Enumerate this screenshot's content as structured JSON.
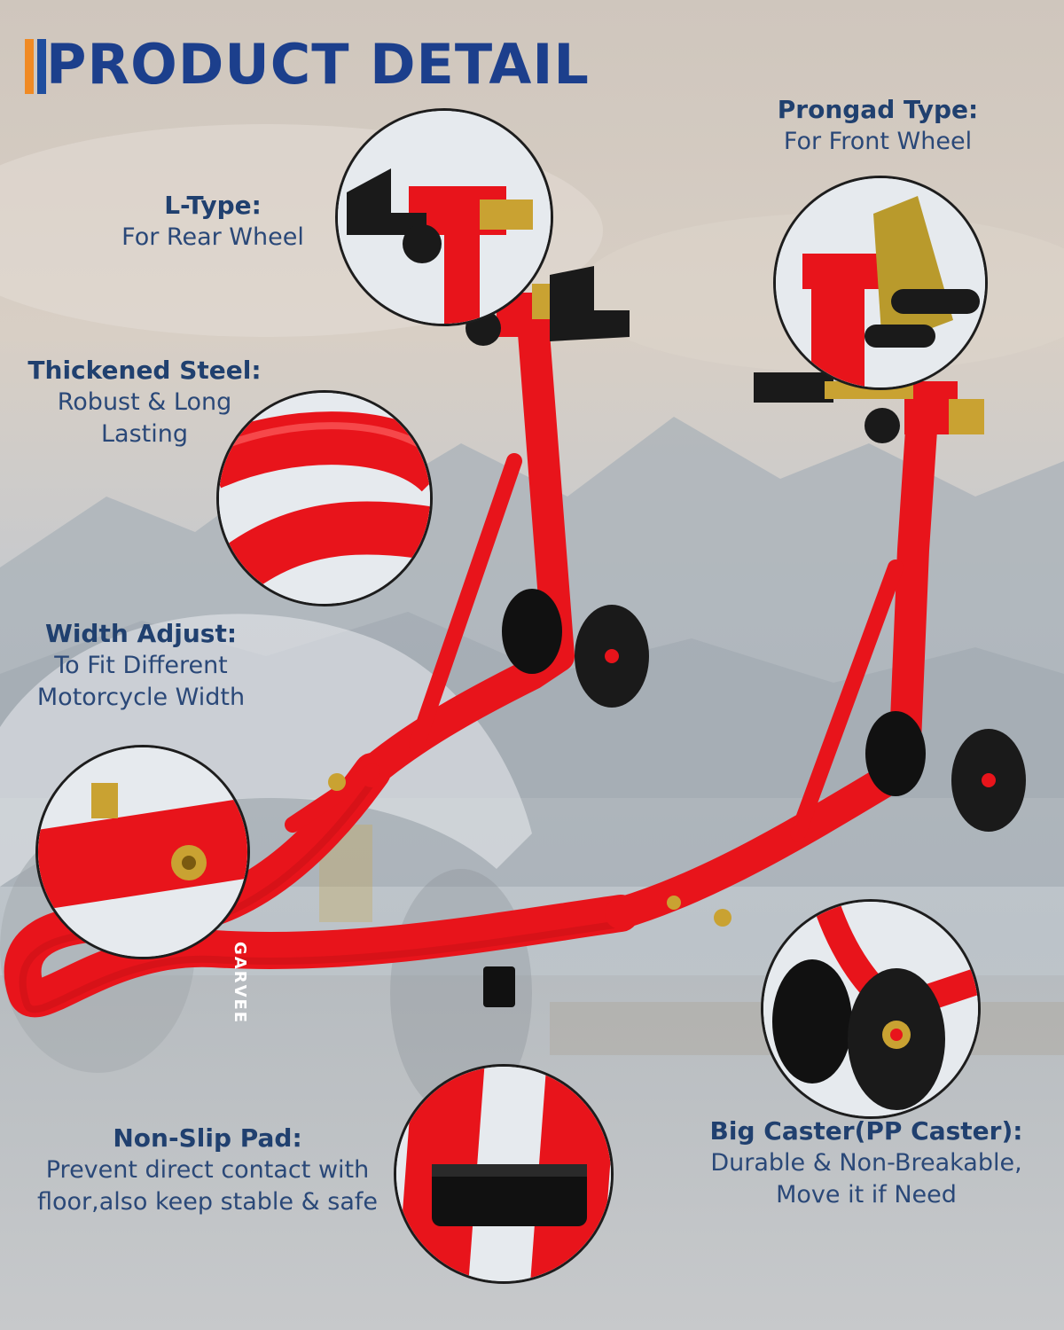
{
  "header": {
    "title": "PRODUCT DETAIL"
  },
  "brand": {
    "text": "GARVEE"
  },
  "colors": {
    "title": "#1c3f8c",
    "accent_orange": "#f08a24",
    "stand_red": "#e8141b",
    "label": "#20406f"
  },
  "callouts": {
    "prongad": {
      "title": "Prongad Type:",
      "lines": [
        "For Front Wheel"
      ]
    },
    "ltype": {
      "title": "L-Type:",
      "lines": [
        "For Rear Wheel"
      ]
    },
    "steel": {
      "title": "Thickened Steel:",
      "lines": [
        "Robust & Long",
        "Lasting"
      ]
    },
    "width": {
      "title": "Width Adjust:",
      "lines": [
        "To Fit Different",
        "Motorcycle Width"
      ]
    },
    "caster": {
      "title": "Big Caster(PP Caster):",
      "lines": [
        "Durable & Non-Breakable,",
        "Move it if Need"
      ]
    },
    "pad": {
      "title": "Non-Slip Pad:",
      "lines": [
        "Prevent direct contact with",
        "floor,also keep stable & safe"
      ]
    }
  }
}
